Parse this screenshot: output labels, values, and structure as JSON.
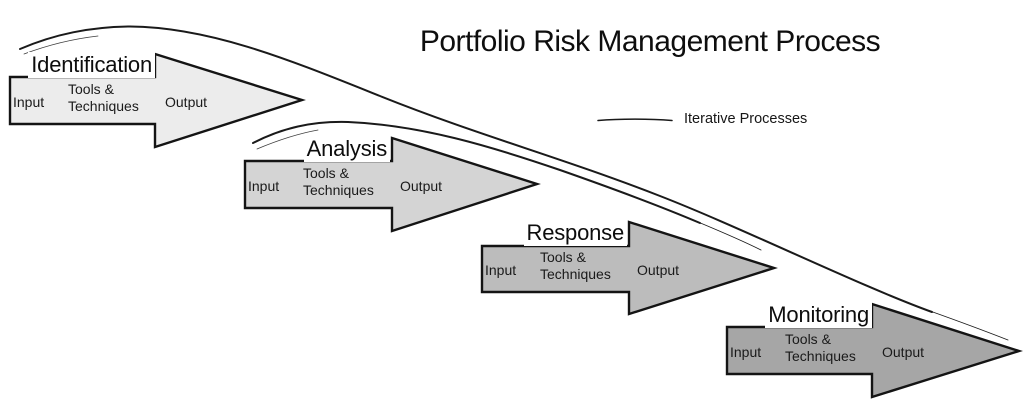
{
  "title": "Portfolio Risk Management Process",
  "legend": {
    "label": "Iterative Processes"
  },
  "processes": [
    {
      "name": "Identification",
      "input_label": "Input",
      "tools_label": "Tools &\nTechniques",
      "output_label": "Output",
      "fill": "#ececec"
    },
    {
      "name": "Analysis",
      "input_label": "Input",
      "tools_label": "Tools &\nTechniques",
      "output_label": "Output",
      "fill": "#d4d4d4"
    },
    {
      "name": "Response",
      "input_label": "Input",
      "tools_label": "Tools &\nTechniques",
      "output_label": "Output",
      "fill": "#bcbcbc"
    },
    {
      "name": "Monitoring",
      "input_label": "Input",
      "tools_label": "Tools &\nTechniques",
      "output_label": "Output",
      "fill": "#a6a6a6"
    }
  ],
  "colors": {
    "outline": "#141414",
    "curve": "#1a1a1a",
    "background": "#ffffff"
  }
}
